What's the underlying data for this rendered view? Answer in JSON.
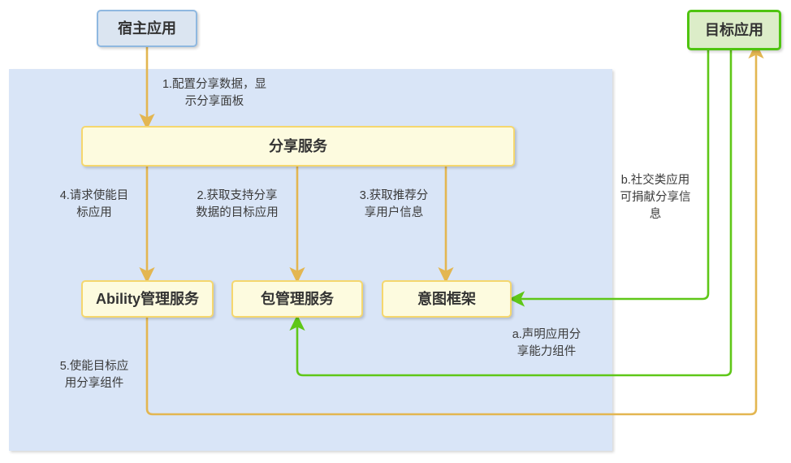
{
  "diagram": {
    "title": "share-service-architecture",
    "colors": {
      "panel_fill": "#d9e5f7",
      "host_fill": "#dbe5f1",
      "host_border": "#8fb8e0",
      "target_fill": "#dcedc8",
      "target_border": "#4fc410",
      "service_fill": "#fdfbdf",
      "service_border": "#f5d76e",
      "arrow_orange": "#e3b651",
      "arrow_green": "#5fc718",
      "text": "#333333"
    },
    "nodes": {
      "host_app": {
        "label": "宿主应用"
      },
      "target_app": {
        "label": "目标应用"
      },
      "share_service": {
        "label": "分享服务"
      },
      "ability_mgr": {
        "label": "Ability管理服务"
      },
      "package_mgr": {
        "label": "包管理服务"
      },
      "intent_framework": {
        "label": "意图框架"
      }
    },
    "edge_labels": {
      "step1": "1.配置分享数据，显\n示分享面板",
      "step4": "4.请求使能目\n标应用",
      "step2": "2.获取支持分享\n数据的目标应用",
      "step3": "3.获取推荐分\n享用户信息",
      "step5": "5.使能目标应\n用分享组件",
      "step_a": "a.声明应用分\n享能力组件",
      "step_b": "b.社交类应用\n可捐献分享信\n息"
    }
  }
}
